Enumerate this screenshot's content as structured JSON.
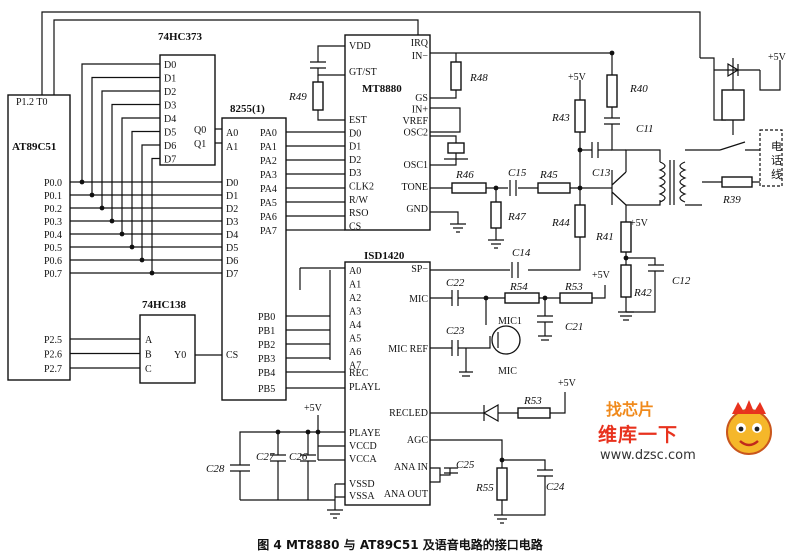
{
  "chips": {
    "mcu": {
      "name": "AT89C51",
      "top_pins": "P1.2 T0",
      "pins_p0": [
        "P0.0",
        "P0.1",
        "P0.2",
        "P0.3",
        "P0.4",
        "P0.5",
        "P0.6",
        "P0.7"
      ],
      "pins_p2": [
        "P2.5",
        "P2.6",
        "P2.7"
      ]
    },
    "latch": {
      "name": "74HC373",
      "d_pins": [
        "D0",
        "D1",
        "D2",
        "D3",
        "D4",
        "D5",
        "D6",
        "D7"
      ],
      "q_pins": [
        "Q0",
        "Q1"
      ]
    },
    "ppi": {
      "name": "8255(1)",
      "a_pins": [
        "A0",
        "A1"
      ],
      "d_pins": [
        "D0",
        "D1",
        "D2",
        "D3",
        "D4",
        "D5",
        "D6",
        "D7"
      ],
      "pa_pins": [
        "PA0",
        "PA1",
        "PA2",
        "PA3",
        "PA4",
        "PA5",
        "PA6",
        "PA7"
      ],
      "pb_pins": [
        "PB0",
        "PB1",
        "PB2",
        "PB3",
        "PB4",
        "PB5"
      ],
      "cs": "CS"
    },
    "decoder": {
      "name": "74HC138",
      "in_pins": [
        "A",
        "B",
        "C"
      ],
      "out_pin": "Y0"
    },
    "dtmf": {
      "name": "MT8880",
      "left_pins": [
        "VDD",
        "GT/ST",
        "EST",
        "D0",
        "D1",
        "D2",
        "D3",
        "CLK2",
        "R/W",
        "RSO",
        "CS"
      ],
      "right_pins": [
        "IRQ",
        "IN−",
        "GS",
        "IN+",
        "VREF",
        "OSC2",
        "OSC1",
        "TONE",
        "GND"
      ]
    },
    "voice": {
      "name": "ISD1420",
      "left_pins": [
        "A0",
        "A1",
        "A2",
        "A3",
        "A4",
        "A5",
        "A6",
        "A7",
        "REC",
        "PLAYL"
      ],
      "bottom_left_pins": [
        "PLAYE",
        "VCCD",
        "VCCA",
        "VSSD",
        "VSSA"
      ],
      "right_pins": [
        "SP−",
        "MIC",
        "MIC REF",
        "RECLED",
        "AGC",
        "ANA IN",
        "ANA OUT"
      ]
    }
  },
  "components": {
    "resistors": [
      "R48",
      "R49",
      "R46",
      "R47",
      "R45",
      "R44",
      "R43",
      "R40",
      "R41",
      "R42",
      "R39",
      "R54",
      "R53",
      "R55",
      "R53"
    ],
    "capacitors": [
      "C11",
      "C12",
      "C13",
      "C14",
      "C15",
      "C21",
      "C22",
      "C23",
      "C24",
      "C25",
      "C26",
      "C27",
      "C28"
    ],
    "mic": [
      "MIC1",
      "MIC"
    ],
    "supply": "+5V",
    "phone_line": "电话线"
  },
  "watermark": {
    "top": "找芯片",
    "brand": "维库一下",
    "url": "www.dzsc.com"
  },
  "caption": "图 4 MT8880 与 AT89C51 及语音电路的接口电路"
}
